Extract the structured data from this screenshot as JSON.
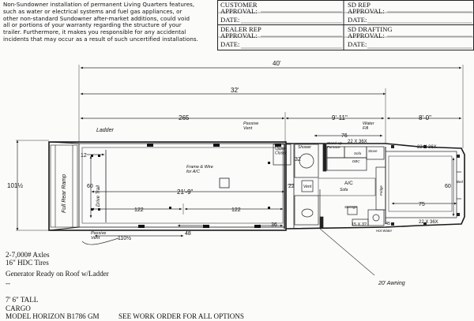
{
  "notice": [
    "Non-Sundowner installation of permanent Living Quarters features,",
    "such as water or electrical systems and fuel gas appliances, or",
    "other non-standard Sundowner after-market additions, could void",
    "all or portions of your warranty regarding the structure of your",
    "trailer. Furthermore, it makes you responsible for any accidental",
    "incidents that may occur as a result of such uncertified installations."
  ],
  "approvals": {
    "customer": "CUSTOMER",
    "approval": "APPROVAL:",
    "dealer_rep": "DEALER REP",
    "sd_rep": "SD REP",
    "sd_drafting": "SD DRAFTING",
    "date": "DATE:"
  },
  "dimensions": {
    "overall": "40'",
    "body": "32'",
    "front_section": "265",
    "lq_section": "9'-11\"",
    "nose_section": "8'-0\"",
    "width_outer": "101½",
    "width_inner": "60",
    "main_length": "21'-9\"",
    "left_offset": "122",
    "right_offset": "122",
    "small_12": "12",
    "small_32": "32",
    "small_22": "22",
    "gen_110": "110½",
    "bottom_48": "48",
    "bottom_36": "36",
    "lq_76": "76",
    "nose_75": "75",
    "nose_60": "60",
    "window_top_lq": "22 X 36X",
    "window_top_nose": "22 X 36X",
    "window_bottom": "22 X 36X",
    "bottom_15": "15 X 3?",
    "cabinet_45": "45"
  },
  "labels": {
    "ladder": "Ladder",
    "passive_vent_top": "Passive\nVent",
    "passive_vent_bottom": "Passive\nVent",
    "full_rear_ramp": "Full Rear Ramp",
    "drive_trail": "Drive Trail",
    "frame_wire": "Frame & Wire\nfor A/C",
    "upper_closet": "Upper\nCloset",
    "shower": "Shower",
    "water_fill": "Water\nFill",
    "stand_up_furnace": "Stand-Up\nFurnace",
    "sofa_top": "Sofa",
    "stove": "Stove",
    "dbc": "DBC",
    "ac": "A/C",
    "vent": "Vent",
    "sofa": "Sofa",
    "storage": "Storage",
    "fridge": "Fridge",
    "bed": "Bed",
    "hot_water": "Hot Water",
    "awning": "20' Awning"
  },
  "specs": {
    "axles": "2-7,000# Axles",
    "tires": "16\" HDC Tires",
    "generator": "Generator Ready on Roof w/Ladder",
    "dash": "--",
    "tall": "7' 6\" TALL",
    "cargo": "CARGO",
    "model": "MODEL HORIZON B1786 GM",
    "see_work_order": "SEE WORK ORDER FOR ALL OPTIONS"
  }
}
